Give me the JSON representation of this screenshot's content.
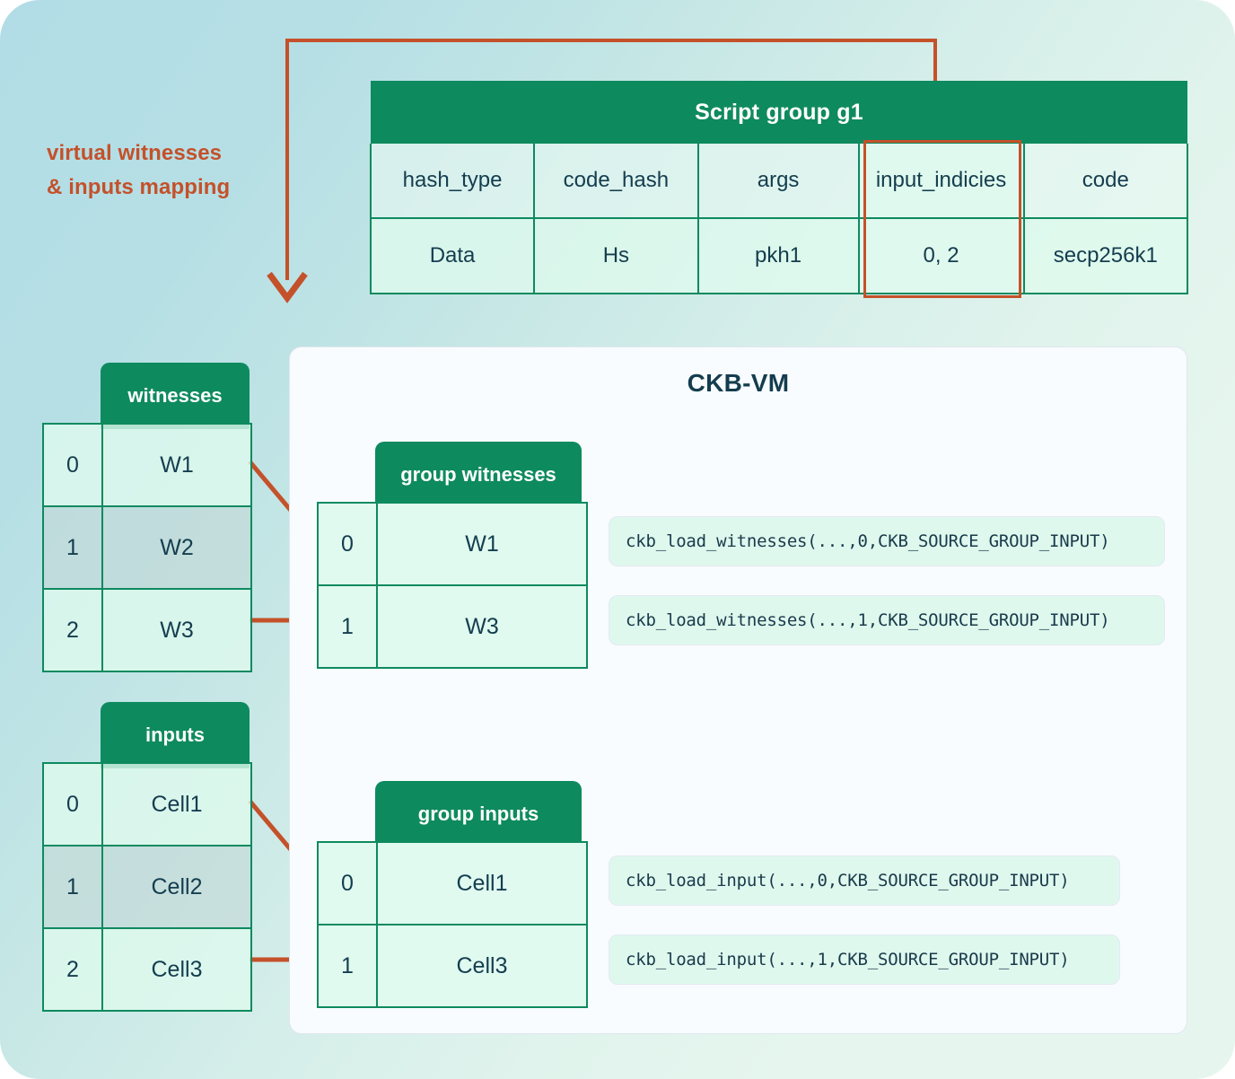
{
  "caption": {
    "line1": "virtual witnesses",
    "line2": "& inputs mapping",
    "color": "#c4512a"
  },
  "script_group": {
    "title": "Script group g1",
    "columns": [
      "hash_type",
      "code_hash",
      "args",
      "input_indicies",
      "code"
    ],
    "values": [
      "Data",
      "Hs",
      "pkh1",
      "0, 2",
      "secp256k1"
    ],
    "highlighted_column": "input_indicies",
    "highlight_color": "#c4512a",
    "header_color": "#0e8a5f"
  },
  "vm": {
    "title": "CKB-VM"
  },
  "witnesses": {
    "caption": "witnesses",
    "rows": [
      {
        "index": "0",
        "value": "W1",
        "dim": false
      },
      {
        "index": "1",
        "value": "W2",
        "dim": true
      },
      {
        "index": "2",
        "value": "W3",
        "dim": false
      }
    ]
  },
  "group_witnesses": {
    "caption": "group witnesses",
    "rows": [
      {
        "index": "0",
        "value": "W1"
      },
      {
        "index": "1",
        "value": "W3"
      }
    ],
    "calls": [
      "ckb_load_witnesses(...,0,CKB_SOURCE_GROUP_INPUT)",
      "ckb_load_witnesses(...,1,CKB_SOURCE_GROUP_INPUT)"
    ]
  },
  "inputs": {
    "caption": "inputs",
    "rows": [
      {
        "index": "0",
        "value": "Cell1",
        "dim": false
      },
      {
        "index": "1",
        "value": "Cell2",
        "dim": true
      },
      {
        "index": "2",
        "value": "Cell3",
        "dim": false
      }
    ]
  },
  "group_inputs": {
    "caption": "group inputs",
    "rows": [
      {
        "index": "0",
        "value": "Cell1"
      },
      {
        "index": "1",
        "value": "Cell3"
      }
    ],
    "calls": [
      "ckb_load_input(...,0,CKB_SOURCE_GROUP_INPUT)",
      "ckb_load_input(...,1,CKB_SOURCE_GROUP_INPUT)"
    ]
  },
  "colors": {
    "green": "#0e8a5f",
    "orange": "#c4512a",
    "ink": "#143d4e",
    "mint": "#dff8ee"
  }
}
